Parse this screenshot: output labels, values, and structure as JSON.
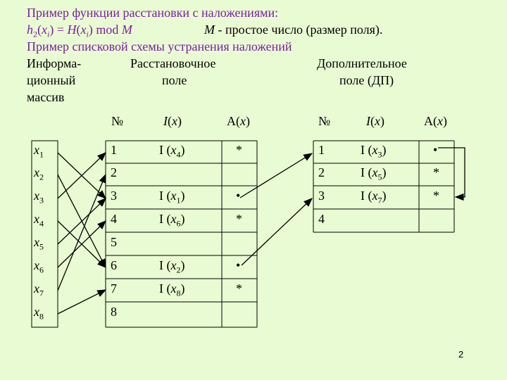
{
  "heading": {
    "line1": "Пример функции расстановки с наложениями:",
    "formula": "h2(xi) = H(xi) mod M",
    "note_m": "M",
    "note_rest": "- простое число (размер поля).",
    "line3": "Пример списковой схемы устранения наложений"
  },
  "labels": {
    "info1": "Информа-",
    "info2": "ционный",
    "info3": "массив",
    "hash1": "Расстановочное",
    "hash2": "поле",
    "extra1": "Дополнительное",
    "extra2": "поле (ДП)"
  },
  "table_headers": {
    "num": "№",
    "ix": "I(x)",
    "ax": "A(x)"
  },
  "info_array": [
    "x1",
    "x2",
    "x3",
    "x4",
    "x5",
    "x6",
    "x7",
    "x8"
  ],
  "hash_field": {
    "nums": [
      "1",
      "2",
      "3",
      "4",
      "5",
      "6",
      "7",
      "8"
    ],
    "ix": [
      "I (x4)",
      "",
      "I (x1)",
      "I (x6)",
      "",
      "I (x2)",
      "I (x8)",
      ""
    ],
    "ax": [
      "*",
      "",
      "•",
      "*",
      "",
      "•",
      "*",
      ""
    ]
  },
  "extra_field": {
    "nums": [
      "1",
      "2",
      "3",
      "4"
    ],
    "ix": [
      "I (x3)",
      "I (x5)",
      "I (x7)",
      ""
    ],
    "ax": [
      "•",
      "*",
      "*",
      ""
    ]
  },
  "page_number": "2"
}
